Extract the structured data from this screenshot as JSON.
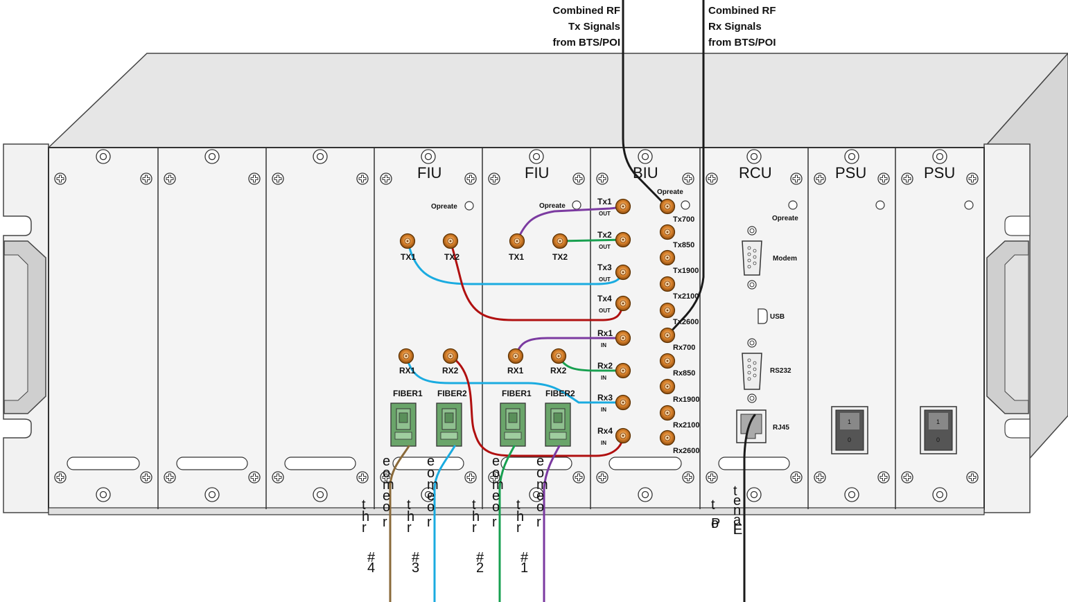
{
  "top_labels": {
    "tx": [
      "Combined RF",
      "Tx Signals",
      "from BTS/POI"
    ],
    "rx": [
      "Combined RF",
      "Rx Signals",
      "from BTS/POI"
    ]
  },
  "modules": {
    "fiu_a": {
      "title": "FIU",
      "status_label": "Opreate",
      "ports": [
        "TX1",
        "TX2",
        "RX1",
        "RX2"
      ],
      "fibers": [
        "FIBER1",
        "FIBER2"
      ]
    },
    "fiu_b": {
      "title": "FIU",
      "status_label": "Opreate",
      "ports": [
        "TX1",
        "TX2",
        "RX1",
        "RX2"
      ],
      "fibers": [
        "FIBER1",
        "FIBER2"
      ]
    },
    "biu": {
      "title": "BIU",
      "status_label": "Opreate",
      "tx_ports": [
        "Tx1",
        "Tx2",
        "Tx3",
        "Tx4"
      ],
      "rx_ports": [
        "Rx1",
        "Rx2",
        "Rx3",
        "Rx4"
      ],
      "tx_sub": "OUT",
      "rx_sub": "IN",
      "band_ports": [
        "Tx700",
        "Tx850",
        "Tx1900",
        "Tx2100",
        "Tx2600",
        "Rx700",
        "Rx850",
        "Rx1900",
        "Rx2100",
        "Rx2600"
      ]
    },
    "rcu": {
      "title": "RCU",
      "status_label": "Opreate",
      "modem": "Modem",
      "usb": "USB",
      "rs232": "RS232",
      "rj45": "RJ45"
    },
    "psu_1": {
      "title": "PSU",
      "switch_on": "1",
      "switch_off": "0"
    },
    "psu_2": {
      "title": "PSU",
      "switch_on": "1",
      "switch_off": "0"
    }
  },
  "bottom_labels": {
    "remote_4": [
      "e",
      "o",
      "m",
      "e",
      "o",
      "t",
      "h",
      "r",
      "#",
      "4"
    ],
    "remote_3": [
      "e",
      "o",
      "m",
      "e",
      "o",
      "t",
      "h",
      "r",
      "#",
      "3"
    ],
    "remote_2": [
      "e",
      "o",
      "m",
      "e",
      "o",
      "t",
      "h",
      "r",
      "#",
      "2"
    ],
    "remote_1": [
      "e",
      "o",
      "m",
      "e",
      "o",
      "t",
      "h",
      "r",
      "#",
      "1"
    ],
    "terminal": [
      "t",
      "e",
      "n",
      "a",
      "l",
      "t",
      "o",
      "P",
      "E"
    ]
  },
  "colors": {
    "purple": "#7b3aa0",
    "green": "#18a050",
    "blue": "#1aabe0",
    "red": "#b01010",
    "brown": "#8a6a3a",
    "black": "#1a1a1a",
    "connector": "#d9822b",
    "fiber_green": "#6aa56a"
  }
}
